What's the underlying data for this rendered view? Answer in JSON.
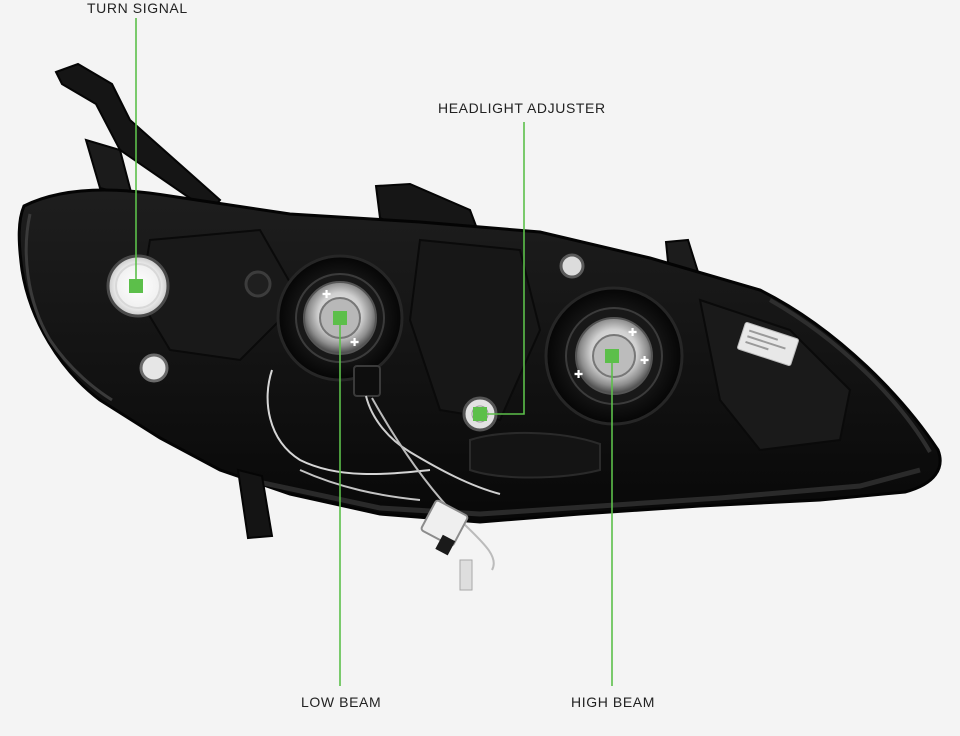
{
  "callouts": {
    "turn_signal": "TURN SIGNAL",
    "headlight_adjuster": "HEADLIGHT ADJUSTER",
    "low_beam": "LOW BEAM",
    "high_beam": "HIGH BEAM"
  },
  "colors": {
    "background": "#f4f4f4",
    "marker": "#5cbf4a",
    "housing": "#121212",
    "label_text": "#222222"
  }
}
